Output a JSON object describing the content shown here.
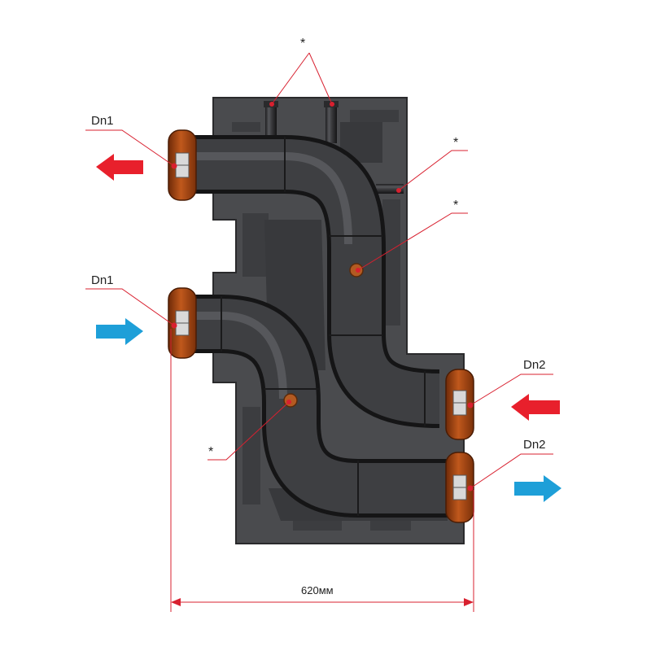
{
  "colors": {
    "leader": "#d8202f",
    "hot_arrow": "#e8202c",
    "cold_arrow": "#1e9fd8",
    "pipe": "#2e2e30",
    "housing": "#4a4b4e",
    "flange": "#b04a14"
  },
  "labels": {
    "dn1_top": "Dn1",
    "dn1_bottom": "Dn1",
    "dn2_top": "Dn2",
    "dn2_bottom": "Dn2",
    "star_top": "*",
    "star_right_upper": "*",
    "star_right_lower": "*",
    "star_left": "*"
  },
  "dimension": {
    "width_label": "620мм"
  },
  "arrows": [
    {
      "name": "outlet-arrow-dn1",
      "direction": "left",
      "kind": "hot"
    },
    {
      "name": "inlet-arrow-dn1",
      "direction": "right",
      "kind": "cold"
    },
    {
      "name": "inlet-arrow-dn2",
      "direction": "left",
      "kind": "hot"
    },
    {
      "name": "outlet-arrow-dn2",
      "direction": "right",
      "kind": "cold"
    }
  ]
}
